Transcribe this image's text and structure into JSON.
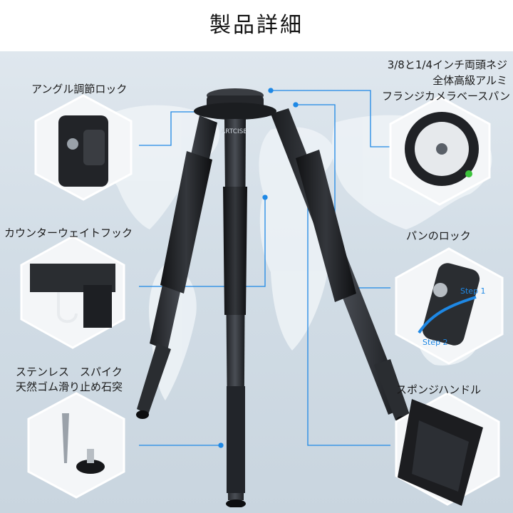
{
  "header": {
    "title": "製品詳細"
  },
  "brand": {
    "name": "ARTCISE"
  },
  "callouts": {
    "angle_lock": "アングル調節ロック",
    "counterweight_hook": "カウンターウェイトフック",
    "feet_line1": "ステンレス　スパイク",
    "feet_line2": "天然ゴム滑り止め石突",
    "screw_line1": "3/8と1/4インチ両頭ネジ",
    "screw_line2": "全体高級アルミ",
    "screw_line3": "フランジカメラベースパン",
    "pan_lock": "パンのロック",
    "sponge_handle": "スポンジハンドル"
  },
  "steps": {
    "step1": "Step 1",
    "step2": "Step 2"
  },
  "colors": {
    "accent": "#1e88e5",
    "carbon": "#2a2d31",
    "foam": "#1c1d20"
  }
}
